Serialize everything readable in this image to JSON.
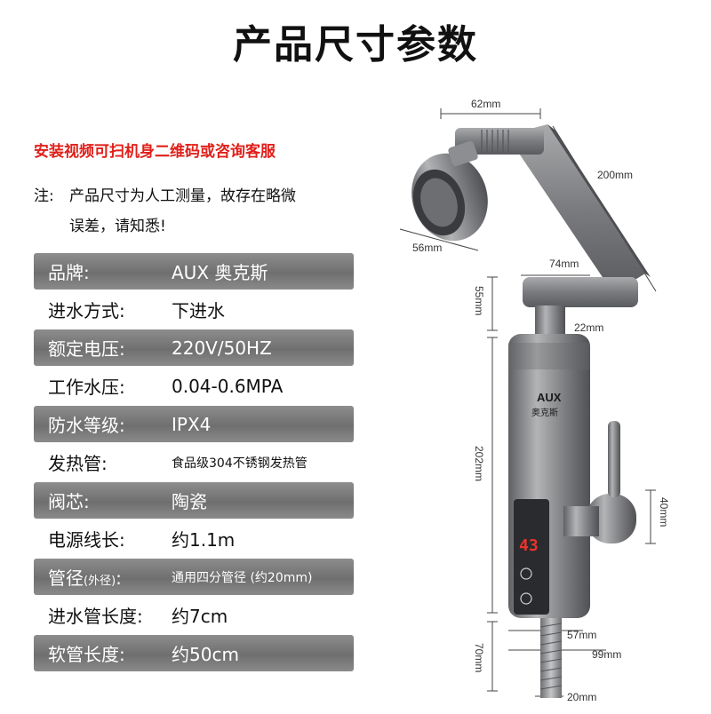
{
  "title": "产品尺寸参数",
  "notice": "安装视频可扫机身二维码或咨询客服",
  "note": {
    "prefix": "注:",
    "line1": "产品尺寸为人工测量，故存在略微",
    "line2": "误差，请知悉!"
  },
  "specs": [
    {
      "key": "品牌:",
      "value": "AUX 奥克斯"
    },
    {
      "key": "进水方式:",
      "value": "下进水"
    },
    {
      "key": "额定电压:",
      "value": "220V/50HZ"
    },
    {
      "key": "工作水压:",
      "value": "0.04-0.6MPA"
    },
    {
      "key": "防水等级:",
      "value": "IPX4"
    },
    {
      "key": "发热管:",
      "value": "食品级304不锈钢发热管"
    },
    {
      "key": "阀芯:",
      "value": "陶瓷"
    },
    {
      "key": "电源线长:",
      "value": "约1.1m"
    },
    {
      "key": "管径",
      "key_note": "(外径)",
      "key_suffix": ":",
      "value": "通用四分管径 (约20mm)"
    },
    {
      "key": "进水管长度:",
      "value": "约7cm"
    },
    {
      "key": "软管长度:",
      "value": "约50cm"
    }
  ],
  "product": {
    "brand_en": "AUX",
    "brand_cn": "奥克斯",
    "display_value": "43",
    "dimensions": {
      "top_width": "62mm",
      "arm_length": "200mm",
      "head_diameter": "56mm",
      "neck_width": "74mm",
      "neck_height": "55mm",
      "neck_diameter": "22mm",
      "body_height": "202mm",
      "handle_height": "40mm",
      "body_width": "57mm",
      "total_width": "99mm",
      "inlet_length": "70mm",
      "inlet_diameter": "20mm"
    }
  },
  "colors": {
    "notice_red": "#e0201a",
    "row_gray": "#7d7d7d",
    "metal": "#8a8a8c"
  }
}
